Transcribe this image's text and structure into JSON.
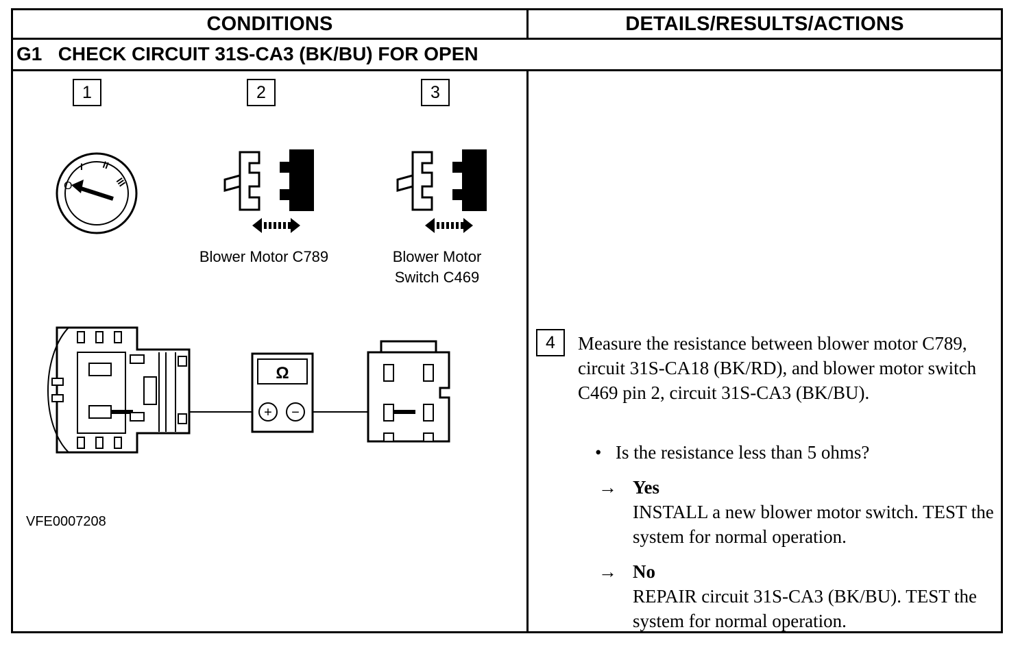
{
  "table": {
    "header_conditions": "CONDITIONS",
    "header_details": "DETAILS/RESULTS/ACTIONS",
    "step_id": "G1",
    "step_title": "CHECK CIRCUIT 31S-CA3 (BK/BU) FOR OPEN"
  },
  "steps": {
    "step1_number": "1",
    "step2_number": "2",
    "step3_number": "3",
    "step4_number": "4"
  },
  "captions": {
    "connector_c789": "Blower Motor C789",
    "connector_c469_line1": "Blower Motor",
    "connector_c469_line2": "Switch C469"
  },
  "ignition": {
    "pos0": "O",
    "pos1": "I",
    "pos2": "II",
    "pos3": "III"
  },
  "meter": {
    "symbol": "Ω",
    "plus": "+",
    "minus": "−"
  },
  "figure_ref": "VFE0007208",
  "details": {
    "instruction": "Measure the resistance between blower motor C789, circuit 31S-CA18 (BK/RD), and blower motor switch C469 pin 2, circuit 31S-CA3 (BK/BU).",
    "question": "Is the resistance less than 5 ohms?",
    "arrow": "→",
    "bullet": "•",
    "yes_label": "Yes",
    "yes_action": "INSTALL a new blower motor switch. TEST the system for normal operation.",
    "no_label": "No",
    "no_action": "REPAIR circuit 31S-CA3 (BK/BU). TEST the system for normal operation."
  }
}
